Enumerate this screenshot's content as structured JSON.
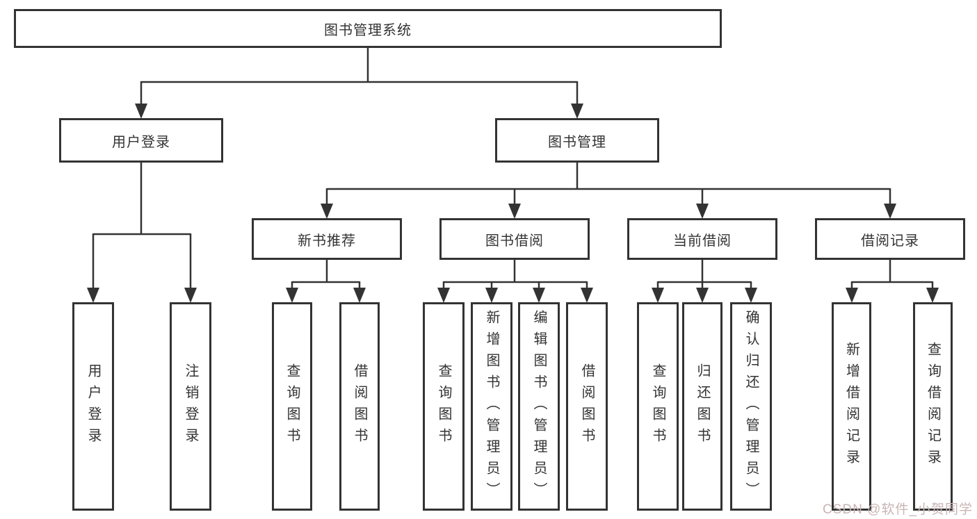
{
  "diagram": {
    "type": "hierarchy-tree",
    "root": "图书管理系统",
    "branches": [
      {
        "label": "用户登录",
        "children": [
          "用户登录",
          "注销登录"
        ]
      },
      {
        "label": "图书管理",
        "modules": [
          {
            "label": "新书推荐",
            "children": [
              "查询图书",
              "借阅图书"
            ]
          },
          {
            "label": "图书借阅",
            "children": [
              "查询图书",
              "新增图书（管理员）",
              "编辑图书（管理员）",
              "借阅图书"
            ]
          },
          {
            "label": "当前借阅",
            "children": [
              "查询图书",
              "归还图书",
              "确认归还（管理员）"
            ]
          },
          {
            "label": "借阅记录",
            "children": [
              "新增借阅记录",
              "查询借阅记录"
            ]
          }
        ]
      }
    ]
  },
  "watermark": {
    "text": "CSDN @软件_小贺同学",
    "color": "#c9b4b4"
  },
  "colors": {
    "line": "#333333",
    "box_border": "#333333",
    "box_fill": "#ffffff",
    "text": "#333333",
    "background": "#ffffff"
  }
}
